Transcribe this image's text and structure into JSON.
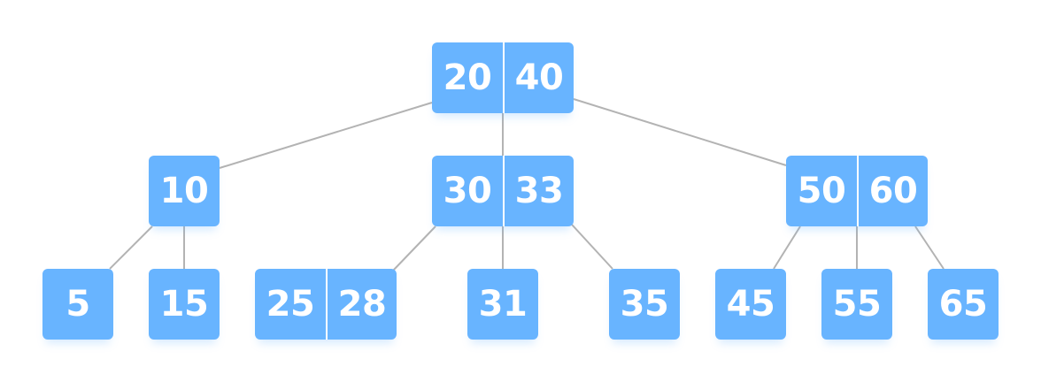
{
  "tree": {
    "nodes": [
      {
        "id": "n-20-40",
        "keys": [
          "20",
          "40"
        ]
      },
      {
        "id": "n-10",
        "keys": [
          "10"
        ]
      },
      {
        "id": "n-30-33",
        "keys": [
          "30",
          "33"
        ]
      },
      {
        "id": "n-50-60",
        "keys": [
          "50",
          "60"
        ]
      },
      {
        "id": "n-5",
        "keys": [
          "5"
        ]
      },
      {
        "id": "n-15",
        "keys": [
          "15"
        ]
      },
      {
        "id": "n-25-28",
        "keys": [
          "25",
          "28"
        ]
      },
      {
        "id": "n-31",
        "keys": [
          "31"
        ]
      },
      {
        "id": "n-35",
        "keys": [
          "35"
        ]
      },
      {
        "id": "n-45",
        "keys": [
          "45"
        ]
      },
      {
        "id": "n-55",
        "keys": [
          "55"
        ]
      },
      {
        "id": "n-65",
        "keys": [
          "65"
        ]
      }
    ],
    "edges": [
      {
        "from": "n-20-40",
        "to": "n-10"
      },
      {
        "from": "n-20-40",
        "to": "n-30-33"
      },
      {
        "from": "n-20-40",
        "to": "n-50-60"
      },
      {
        "from": "n-10",
        "to": "n-5"
      },
      {
        "from": "n-10",
        "to": "n-15"
      },
      {
        "from": "n-30-33",
        "to": "n-25-28"
      },
      {
        "from": "n-30-33",
        "to": "n-31"
      },
      {
        "from": "n-30-33",
        "to": "n-35"
      },
      {
        "from": "n-50-60",
        "to": "n-45"
      },
      {
        "from": "n-50-60",
        "to": "n-55"
      },
      {
        "from": "n-50-60",
        "to": "n-65"
      }
    ],
    "colors": {
      "node_fill": "#68b4ff",
      "key_text": "#ffffff",
      "edge": "#b3b3b3"
    }
  }
}
